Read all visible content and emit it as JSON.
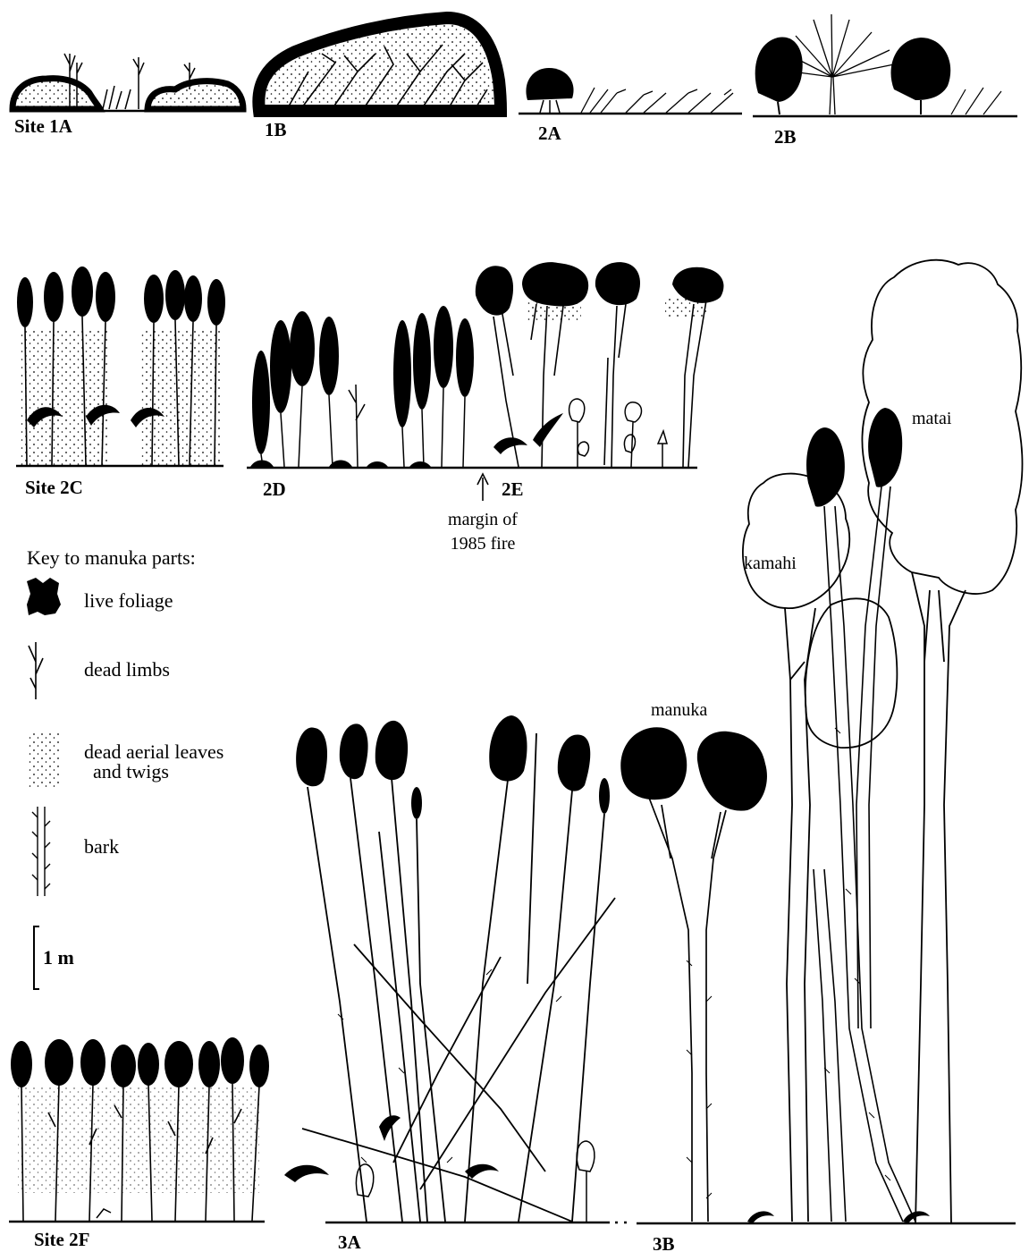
{
  "site_labels": {
    "s1a": "Site 1A",
    "s1b": "1B",
    "s2a": "2A",
    "s2b": "2B",
    "s2c": "Site 2C",
    "s2d": "2D",
    "s2e": "2E",
    "s2f": "Site 2F",
    "s3a": "3A",
    "s3b": "3B"
  },
  "annotations": {
    "margin_line1": "margin of",
    "margin_line2": "1985 fire",
    "kamahi": "kamahi",
    "matai": "matai",
    "manuka": "manuka"
  },
  "key": {
    "title": "Key to manuka parts:",
    "live_foliage": "live foliage",
    "dead_limbs": "dead limbs",
    "dead_leaves_line1": "dead aerial leaves",
    "dead_leaves_line2": "and twigs",
    "bark": "bark",
    "scale": "1 m"
  },
  "colors": {
    "ink": "#000000",
    "paper": "#ffffff"
  }
}
